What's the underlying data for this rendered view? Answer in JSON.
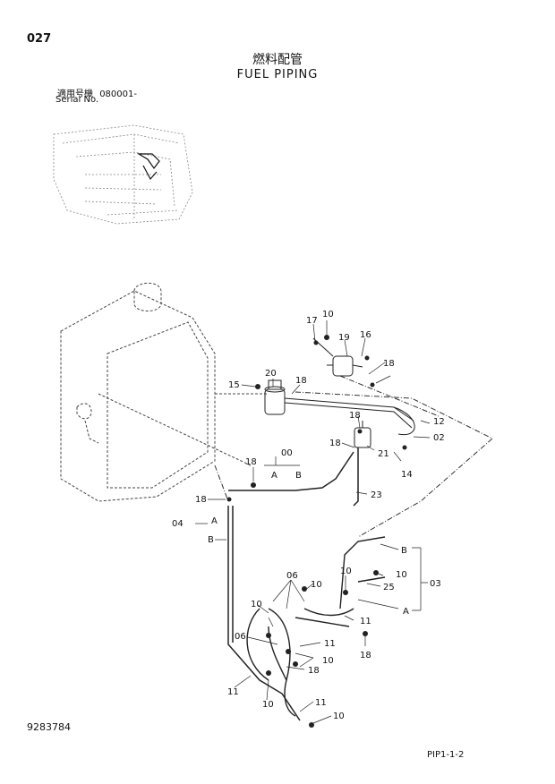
{
  "header": {
    "page_number": "027",
    "title_jp": "燃料配管",
    "title_en": "FUEL PIPING",
    "serial_label_jp": "適用号機",
    "serial_value": "080001-",
    "serial_label_en": "Serial No."
  },
  "footer": {
    "drawing_number": "9283784",
    "page_code": "PIP1-1-2"
  },
  "callouts": {
    "c10a": "10",
    "c17": "17",
    "c19": "19",
    "c16": "16",
    "c18a": "18",
    "c20": "20",
    "c18b": "18",
    "c15": "15",
    "c18c": "18",
    "c12": "12",
    "c02": "02",
    "c18d": "18",
    "c21": "21",
    "c14": "14",
    "c18e": "18",
    "c00": "00",
    "cA1": "A",
    "cB1": "B",
    "c23": "23",
    "c18f": "18",
    "c04": "04",
    "cA2": "A",
    "cB2": "B",
    "cB3": "B",
    "c10b": "10",
    "c10c": "10",
    "c25": "25",
    "c03": "03",
    "cA3": "A",
    "c06a": "06",
    "c10d": "10",
    "c10e": "10",
    "c11a": "11",
    "c06b": "06",
    "c11b": "11",
    "c18g": "18",
    "c10f": "10",
    "c18h": "18",
    "c11c": "11",
    "c10g": "10",
    "c11d": "11",
    "c10h": "10"
  }
}
